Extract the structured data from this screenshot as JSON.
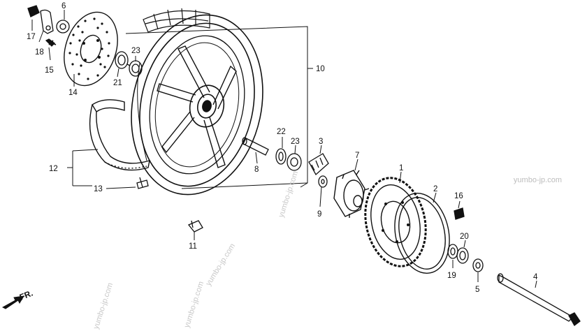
{
  "callouts": {
    "c1": "1",
    "c2": "2",
    "c3": "3",
    "c4": "4",
    "c5": "5",
    "c6": "6",
    "c7": "7",
    "c8": "8",
    "c9": "9",
    "c10": "10",
    "c11": "11",
    "c12": "12",
    "c13": "13",
    "c14": "14",
    "c15": "15",
    "c16": "16",
    "c17": "17",
    "c18": "18",
    "c19": "19",
    "c20": "20",
    "c21": "21",
    "c22": "22",
    "c23a": "23",
    "c23b": "23"
  },
  "direction_label": "FR.",
  "watermarks": {
    "brand": "yumbo-jp.com",
    "diag1": "yumbo-jp.com",
    "diag2": "yumbo-jp.com",
    "diag3": "yumbo-jp.com",
    "diag4": "yumbo-jp.com"
  },
  "colors": {
    "line": "#111111",
    "watermark": "#c8c8c8"
  }
}
